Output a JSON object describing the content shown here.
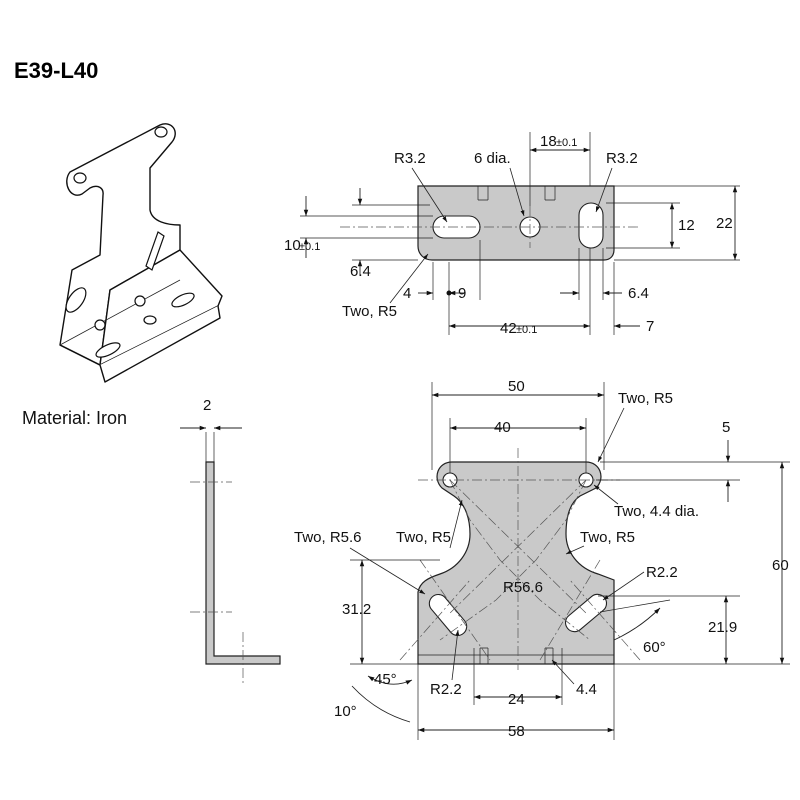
{
  "title": "E39-L40",
  "material": "Material: Iron",
  "side_view": {
    "thickness": "2"
  },
  "top_view": {
    "r32_left": "R3.2",
    "dia6": "6 dia.",
    "dim18": "18",
    "tol": "±0.1",
    "r32_right": "R3.2",
    "dim12": "12",
    "dim22": "22",
    "dim10": "10",
    "dim64_left": "6.4",
    "dim4": "4",
    "dim9": "9",
    "two_r5": "Two, R5",
    "dim64_right": "6.4",
    "dim42": "42",
    "dim7": "7"
  },
  "front_view": {
    "dim50": "50",
    "dim40": "40",
    "two_r5_top": "Two, R5",
    "dim5": "5",
    "two_44dia": "Two, 4.4 dia.",
    "two_r56": "Two, R5.6",
    "two_r5_left": "Two, R5",
    "two_r5_right": "Two, R5",
    "dim60": "60",
    "r566": "R56.6",
    "r22_right": "R2.2",
    "dim312": "31.2",
    "dim219": "21.9",
    "ang60": "60°",
    "ang45": "45°",
    "r22_left": "R2.2",
    "dim24": "24",
    "dim44": "4.4",
    "ang10": "10°",
    "dim58": "58"
  }
}
